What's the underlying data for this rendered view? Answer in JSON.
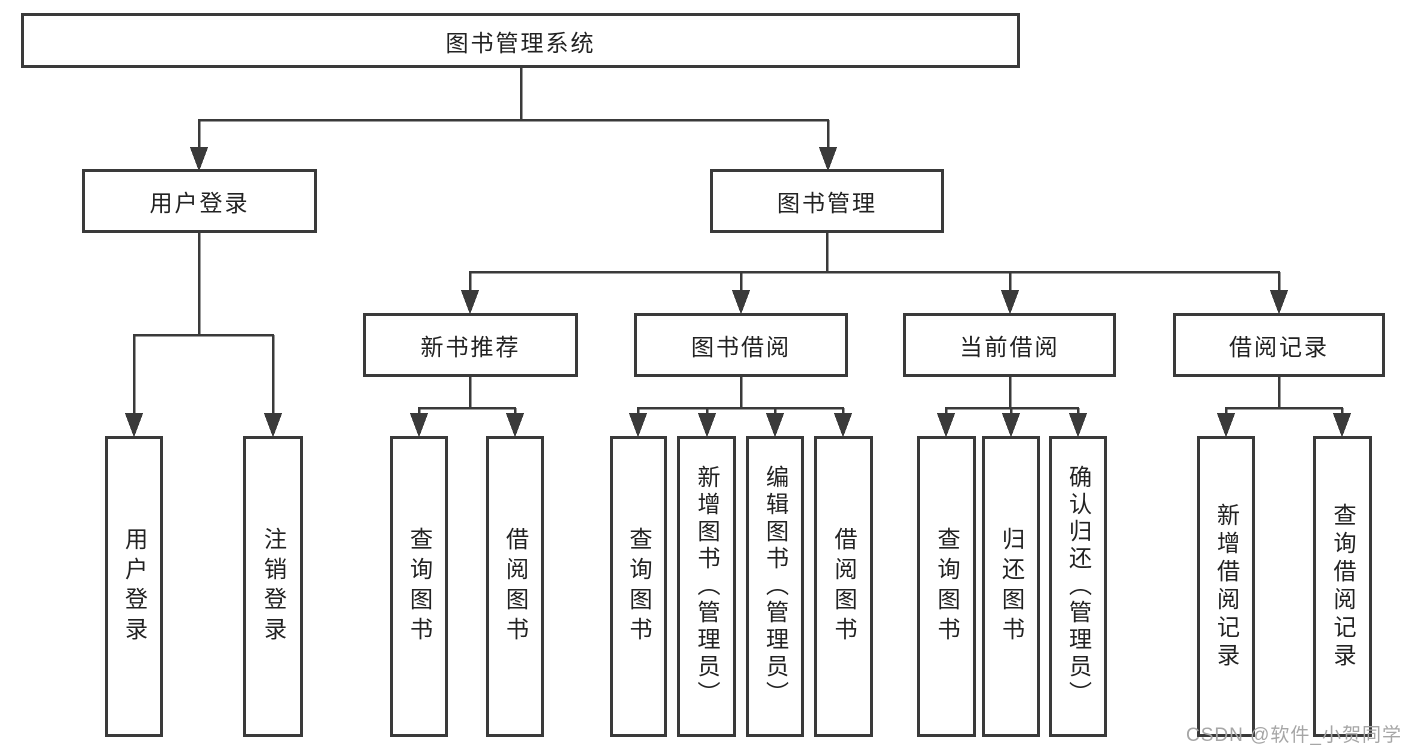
{
  "tree": {
    "root": "图书管理系统",
    "level2": [
      "用户登录",
      "图书管理"
    ],
    "level3": [
      "新书推荐",
      "图书借阅",
      "当前借阅",
      "借阅记录"
    ],
    "leaves_user": [
      "用户登录",
      "注销登录"
    ],
    "leaves_new": [
      "查询图书",
      "借阅图书"
    ],
    "leaves_borrow": [
      "查询图书",
      "新增图书（管理员）",
      "编辑图书（管理员）",
      "借阅图书"
    ],
    "leaves_current": [
      "查询图书",
      "归还图书",
      "确认归还（管理员）"
    ],
    "leaves_record": [
      "新增借阅记录",
      "查询借阅记录"
    ]
  },
  "watermark": "CSDN @软件_小贺同学",
  "colors": {
    "line": "#3a3a3a",
    "box_border": "#3a3a3a",
    "text": "#222222",
    "watermark": "#a6a6a6",
    "background": "#ffffff"
  }
}
